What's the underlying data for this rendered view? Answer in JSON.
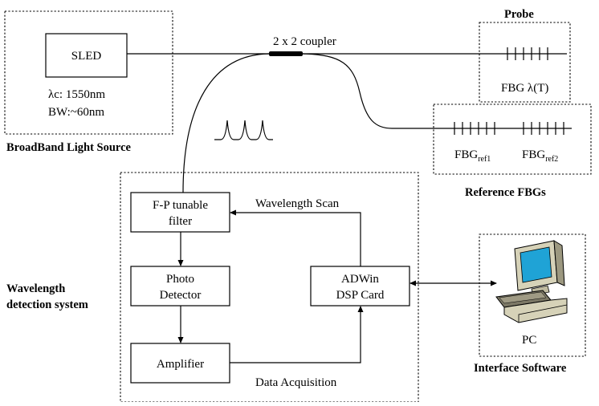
{
  "light_source": {
    "sled_label": "SLED",
    "center_wavelength": "λc: 1550nm",
    "bandwidth": "BW:~60nm",
    "group_label": "BroadBand Light Source"
  },
  "coupler_label": "2 x 2 coupler",
  "probe": {
    "title": "Probe",
    "fbg_label": "FBG λ(T)"
  },
  "reference": {
    "fbg1_base": "FBG",
    "fbg1_sub": "ref1",
    "fbg2_base": "FBG",
    "fbg2_sub": "ref2",
    "group_label": "Reference FBGs"
  },
  "detection": {
    "fp_filter_line1": "F-P tunable",
    "fp_filter_line2": "filter",
    "photo_line1": "Photo",
    "photo_line2": "Detector",
    "amplifier": "Amplifier",
    "adwin_line1": "ADWin",
    "adwin_line2": "DSP Card",
    "wavelength_scan": "Wavelength Scan",
    "data_acquisition": "Data Acquisition",
    "group_line1": "Wavelength",
    "group_line2": "detection system"
  },
  "pc": {
    "label": "PC",
    "group_label": "Interface Software"
  },
  "icons": [
    "pc-computer-icon",
    "spectrum-peaks-icon"
  ]
}
